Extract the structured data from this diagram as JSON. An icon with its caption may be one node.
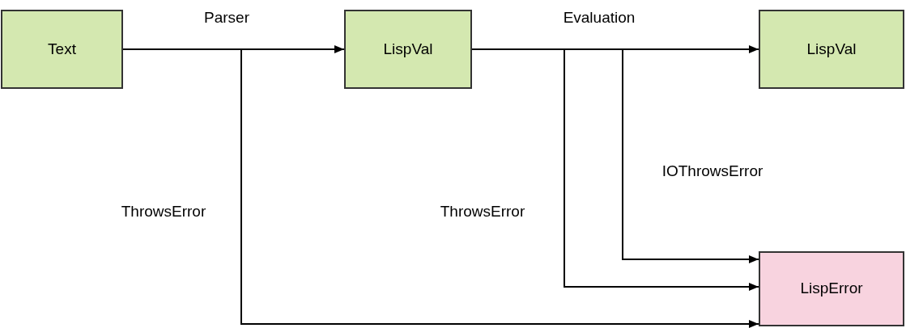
{
  "diagram": {
    "nodes": [
      {
        "text": [
          "Text"
        ]
      },
      {
        "text": [
          "LispVal"
        ]
      },
      {
        "text": [
          "LispVal"
        ]
      },
      {
        "text": [
          "LispError"
        ]
      }
    ],
    "edges": [
      {
        "from": 0,
        "to": 1,
        "arrow": "to",
        "label": "Parser"
      },
      {
        "from": 1,
        "to": 2,
        "arrow": "to",
        "label": "Evaluation"
      },
      {
        "from": 0,
        "to": 3,
        "arrow": "to",
        "label": "ThrowsError"
      },
      {
        "from": 1,
        "to": 3,
        "arrow": "to",
        "label": "ThrowsError"
      },
      {
        "from": 1,
        "to": 3,
        "arrow": "to",
        "label": "IOThrowsError"
      }
    ]
  }
}
